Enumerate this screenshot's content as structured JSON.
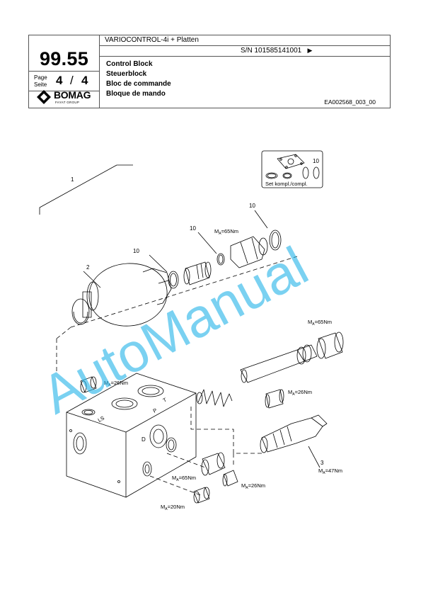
{
  "header": {
    "product_title": "VARIOCONTROL-4i + Platten",
    "serial": "S/N 101585141001",
    "serial_marker": "▶",
    "group_number": "99.55",
    "page_label_en": "Page",
    "page_label_de": "Seite",
    "page_current": "4",
    "page_sep": "/",
    "page_total": "4",
    "title_en": "Control Block",
    "title_de": "Steuerblock",
    "title_fr": "Bloc de commande",
    "title_es": "Bloque de mando",
    "figure_code": "EA002568_003_00",
    "logo_text": "BOMAG",
    "logo_sub": "FAYAT GROUP"
  },
  "diagram": {
    "callouts": {
      "c1": "1",
      "c2": "2",
      "c3": "3",
      "c10a": "10",
      "c10b": "10",
      "c10c": "10",
      "c10d": "10"
    },
    "set_label": "Set kompl./compl.",
    "torque": {
      "t65a": "65Nm",
      "t65b": "65Nm",
      "t65c": "65Nm",
      "t26a": "26Nm",
      "t26b": "26Nm",
      "t26c": "26Nm",
      "t47": "47Nm",
      "t20": "20Nm"
    },
    "torque_symbol": "M",
    "torque_subscript": "A",
    "torque_equals": "=",
    "port_labels": {
      "p": "P",
      "t": "T",
      "ls": "LS",
      "d": "D"
    }
  },
  "watermark": "AutoManual",
  "colors": {
    "line": "#000000",
    "watermark": "#29b6ea",
    "border": "#555555"
  }
}
